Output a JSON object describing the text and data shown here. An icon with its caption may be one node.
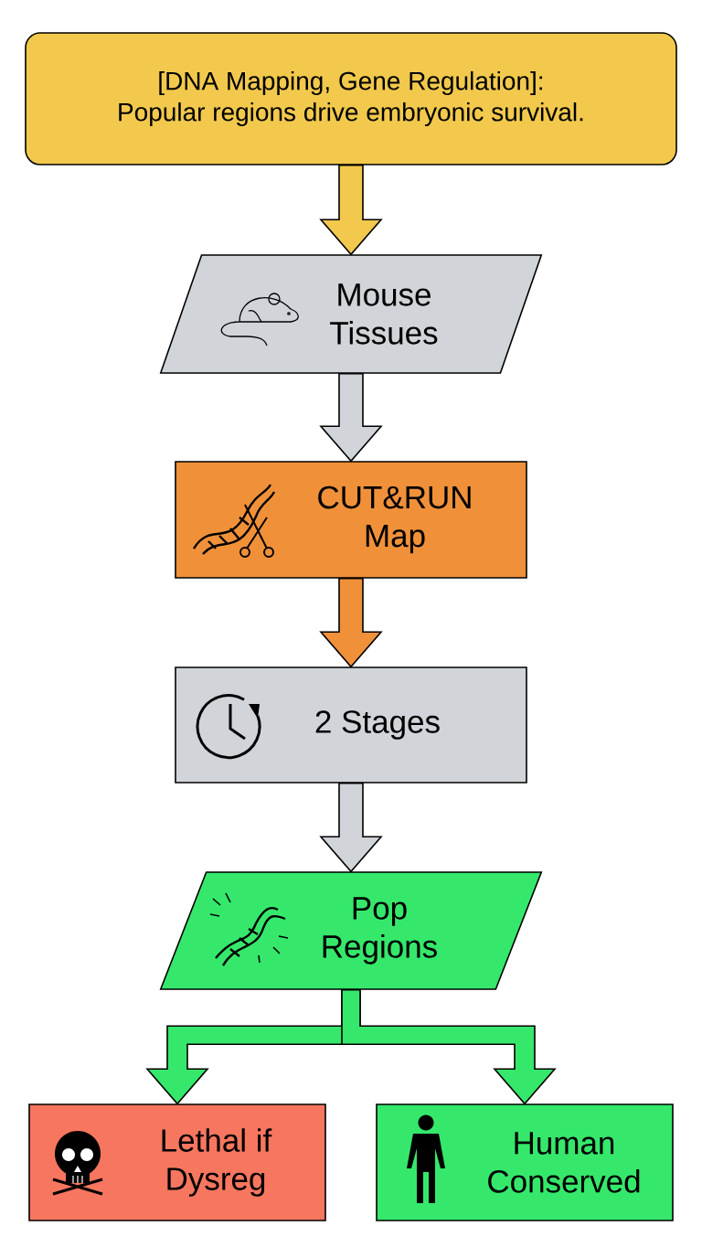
{
  "diagram": {
    "nodes": [
      {
        "text": [
          "[DNA Mapping, Gene Regulation]:",
          "Popular regions drive embryonic survival."
        ]
      },
      {
        "text": [
          "Mouse Tissues"
        ]
      },
      {
        "text": [
          "CUT&RUN Map"
        ]
      },
      {
        "text": [
          "2 Stages"
        ]
      },
      {
        "text": [
          "Pop Regions"
        ]
      },
      {
        "text": [
          "Lethal if Dysreg"
        ]
      },
      {
        "text": [
          "Human Conserved"
        ]
      }
    ],
    "edges": [
      {
        "from": 0,
        "to": 1,
        "arrow": "to",
        "color": "#f2c94c"
      },
      {
        "from": 1,
        "to": 2,
        "arrow": "to",
        "color": "#d1d4d9"
      },
      {
        "from": 2,
        "to": 3,
        "arrow": "to",
        "color": "#f0913a"
      },
      {
        "from": 3,
        "to": 4,
        "arrow": "to",
        "color": "#d1d4d9"
      },
      {
        "from": 4,
        "to": 5,
        "arrow": "to",
        "color": "#35e86b"
      },
      {
        "from": 4,
        "to": 6,
        "arrow": "to",
        "color": "#35e86b"
      }
    ]
  }
}
